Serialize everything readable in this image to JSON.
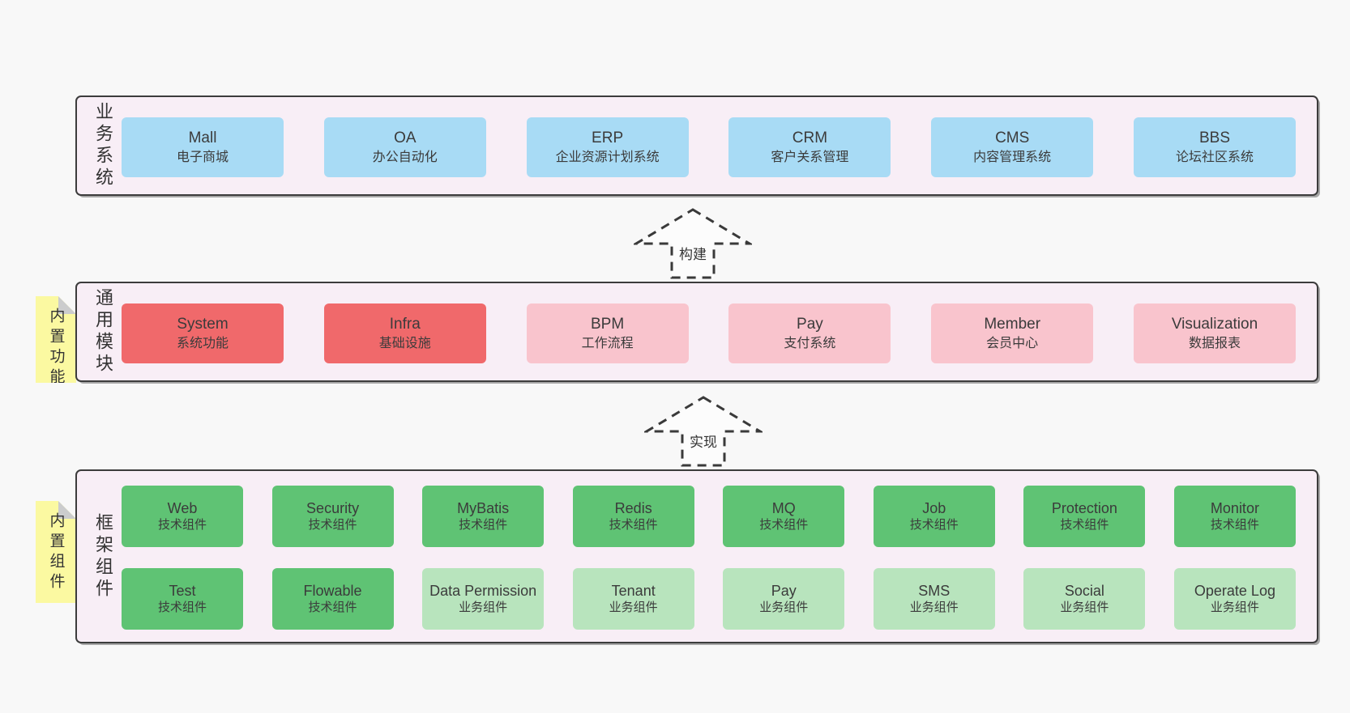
{
  "diagram": {
    "arrows": [
      {
        "label": "构建"
      },
      {
        "label": "实现"
      }
    ],
    "layers": [
      {
        "label": "业务系统",
        "boxes": [
          {
            "en": "Mall",
            "zh": "电子商城"
          },
          {
            "en": "OA",
            "zh": "办公自动化"
          },
          {
            "en": "ERP",
            "zh": "企业资源计划系统"
          },
          {
            "en": "CRM",
            "zh": "客户关系管理"
          },
          {
            "en": "CMS",
            "zh": "内容管理系统"
          },
          {
            "en": "BBS",
            "zh": "论坛社区系统"
          }
        ]
      },
      {
        "label": "通用模块",
        "note": "内置功能",
        "boxes": [
          {
            "en": "System",
            "zh": "系统功能"
          },
          {
            "en": "Infra",
            "zh": "基础设施"
          },
          {
            "en": "BPM",
            "zh": "工作流程"
          },
          {
            "en": "Pay",
            "zh": "支付系统"
          },
          {
            "en": "Member",
            "zh": "会员中心"
          },
          {
            "en": "Visualization",
            "zh": "数据报表"
          }
        ]
      },
      {
        "label": "框架组件",
        "note": "内置组件",
        "row1": [
          {
            "en": "Web",
            "zh": "技术组件"
          },
          {
            "en": "Security",
            "zh": "技术组件"
          },
          {
            "en": "MyBatis",
            "zh": "技术组件"
          },
          {
            "en": "Redis",
            "zh": "技术组件"
          },
          {
            "en": "MQ",
            "zh": "技术组件"
          },
          {
            "en": "Job",
            "zh": "技术组件"
          },
          {
            "en": "Protection",
            "zh": "技术组件"
          },
          {
            "en": "Monitor",
            "zh": "技术组件"
          }
        ],
        "row2": [
          {
            "en": "Test",
            "zh": "技术组件"
          },
          {
            "en": "Flowable",
            "zh": "技术组件"
          },
          {
            "en": "Data Permission",
            "zh": "业务组件"
          },
          {
            "en": "Tenant",
            "zh": "业务组件"
          },
          {
            "en": "Pay",
            "zh": "业务组件"
          },
          {
            "en": "SMS",
            "zh": "业务组件"
          },
          {
            "en": "Social",
            "zh": "业务组件"
          },
          {
            "en": "Operate Log",
            "zh": "业务组件"
          }
        ]
      }
    ],
    "colors": {
      "blue": "#a8dbf5",
      "red": "#f0696b",
      "pink": "#f9c4cd",
      "green_dark": "#5fc374",
      "green_light": "#b8e4bd",
      "panel_bg": "#f8eef6",
      "note_yellow": "#fbf9a1",
      "border": "#3c3c3c",
      "page_bg": "#f8f8f8"
    }
  }
}
